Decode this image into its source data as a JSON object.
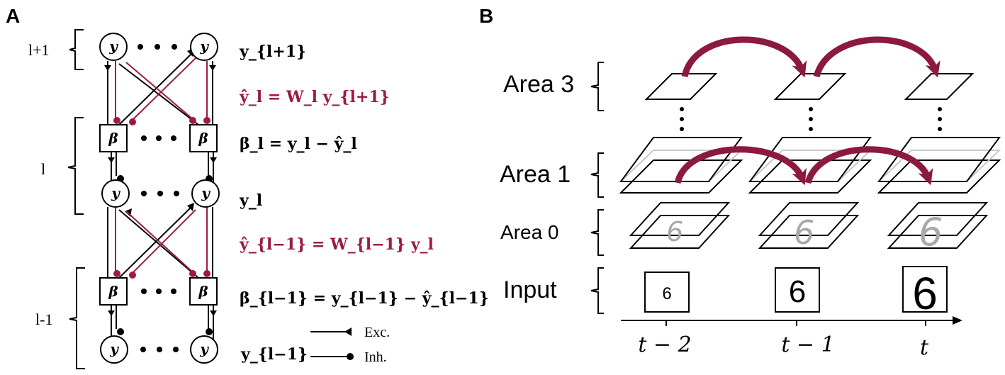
{
  "panels": {
    "a": "A",
    "b": "B"
  },
  "panel_a": {
    "layer_labels": [
      "l+1",
      "l",
      "l-1"
    ],
    "node_y": "y",
    "node_beta": "β",
    "equations": {
      "y_l_plus_1": "y_{l+1}",
      "yhat_l": "ŷ_l = W_l y_{l+1}",
      "beta_l": "β_l = y_l − ŷ_l",
      "y_l": "y_l",
      "yhat_l_minus_1": "ŷ_{l−1} = W_{l−1} y_l",
      "beta_l_minus_1": "β_{l−1} = y_{l−1} − ŷ_{l−1}",
      "y_l_minus_1": "y_{l−1}"
    },
    "legend": {
      "excitatory": "Exc.",
      "inhibitory": "Inh."
    },
    "colors": {
      "prediction": "#9b1b43",
      "default": "#000000"
    }
  },
  "panel_b": {
    "areas": [
      "Area 3",
      "Area 1",
      "Area 0",
      "Input"
    ],
    "time_ticks": [
      "t − 2",
      "t − 1",
      "t"
    ],
    "input_digit": "6",
    "colors": {
      "arrow": "#8b1a3c",
      "ghost": "#a8a8a8"
    }
  }
}
